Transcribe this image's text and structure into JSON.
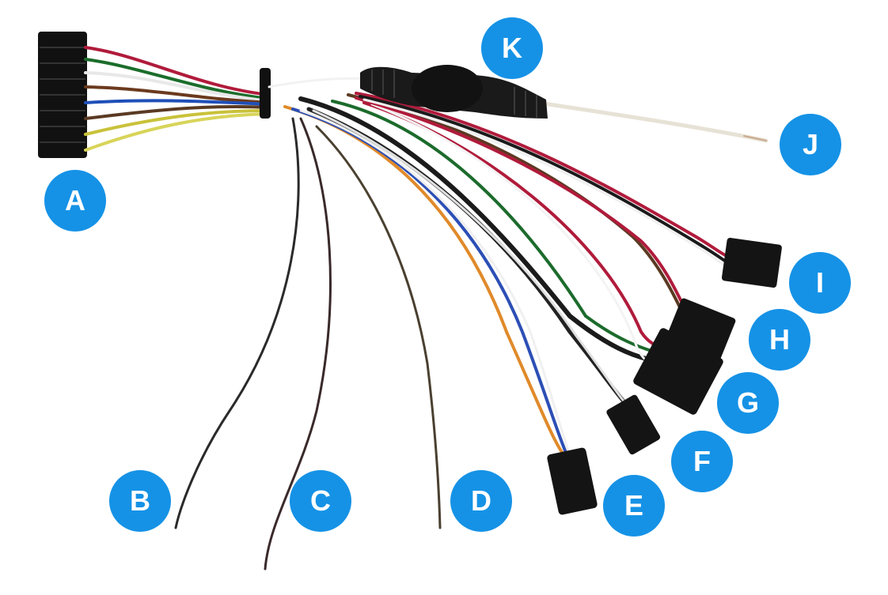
{
  "labels": {
    "a": "A",
    "b": "B",
    "c": "C",
    "d": "D",
    "e": "E",
    "f": "F",
    "g": "G",
    "h": "H",
    "i": "I",
    "j": "J",
    "k": "K"
  },
  "colors": {
    "label_fill": "#1592e6",
    "label_text": "#ffffff"
  }
}
